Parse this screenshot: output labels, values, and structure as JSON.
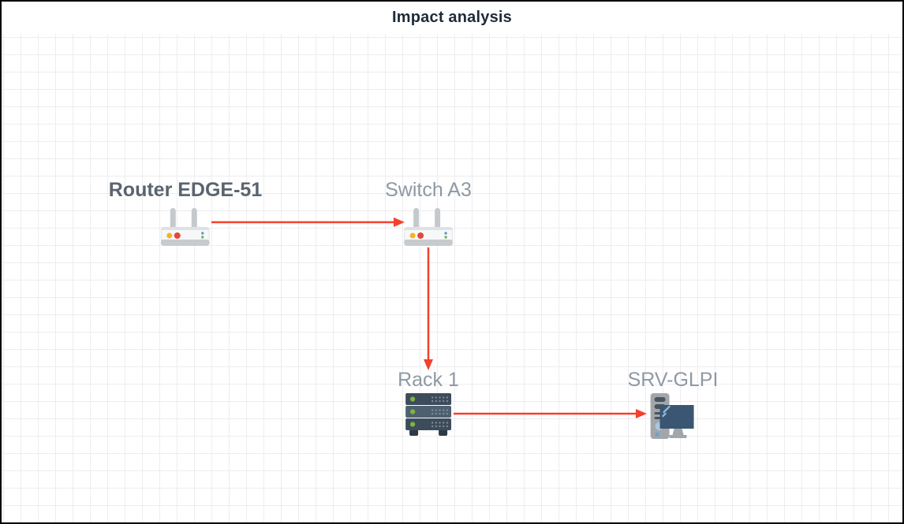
{
  "title": "Impact analysis",
  "colors": {
    "frame_border": "#000000",
    "background": "#ffffff",
    "grid_line": "#ededf0",
    "title_text": "#1e2a3a",
    "arrow": "#f4402c",
    "node_label": "#8f99a3",
    "node_label_start": "#5a646f"
  },
  "nodes": [
    {
      "id": "router-edge-51",
      "label": "Router EDGE-51",
      "type": "network-equipment",
      "icon": "wifi-router-icon",
      "emphasis": "start-node-bold"
    },
    {
      "id": "switch-a3",
      "label": "Switch A3",
      "type": "network-equipment",
      "icon": "wifi-router-icon",
      "emphasis": "normal"
    },
    {
      "id": "rack-1",
      "label": "Rack 1",
      "type": "rack",
      "icon": "server-rack-icon",
      "emphasis": "normal"
    },
    {
      "id": "srv-glpi",
      "label": "SRV-GLPI",
      "type": "computer",
      "icon": "desktop-computer-icon",
      "emphasis": "normal"
    }
  ],
  "edges": [
    {
      "from": "Router EDGE-51",
      "to": "Switch A3",
      "direction": "right"
    },
    {
      "from": "Switch A3",
      "to": "Rack 1",
      "direction": "down"
    },
    {
      "from": "Rack 1",
      "to": "SRV-GLPI",
      "direction": "right"
    }
  ]
}
